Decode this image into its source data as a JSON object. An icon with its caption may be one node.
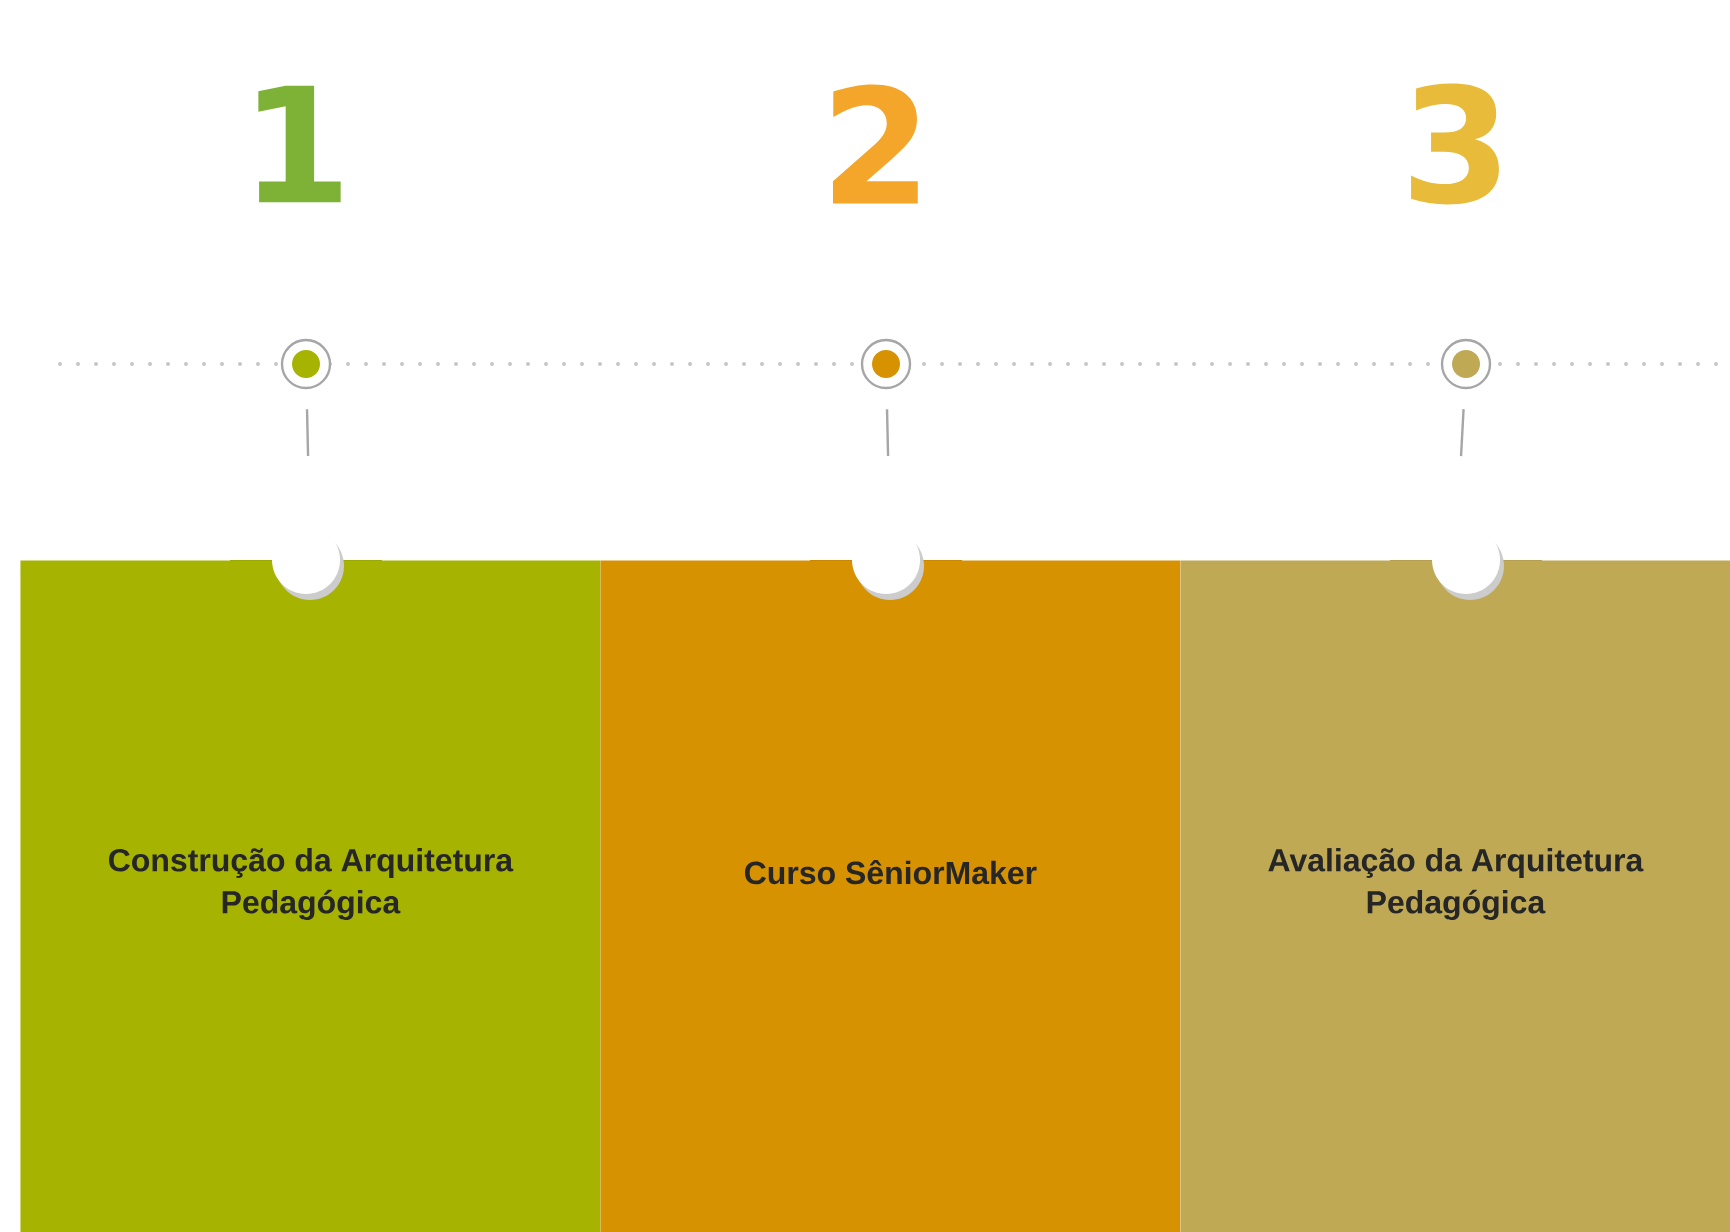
{
  "diagram": {
    "nodes": [
      {
        "text": [
          "Construção da Arquitetura Pedagógica"
        ]
      },
      {
        "text": [
          "Curso SêniorMaker"
        ]
      },
      {
        "text": [
          "Avaliação da Arquitetura Pedagógica"
        ]
      },
      {
        "text": [],
        "shape": "circle"
      },
      {
        "text": [],
        "shape": "circle"
      },
      {
        "text": [],
        "shape": "circle"
      }
    ],
    "edges": [
      {
        "from": 3,
        "to": 0,
        "arrow": "none"
      },
      {
        "from": 4,
        "to": 1,
        "arrow": "none"
      },
      {
        "from": 5,
        "to": 2,
        "arrow": "none"
      }
    ],
    "labels": [
      "1",
      "2",
      "3"
    ]
  }
}
